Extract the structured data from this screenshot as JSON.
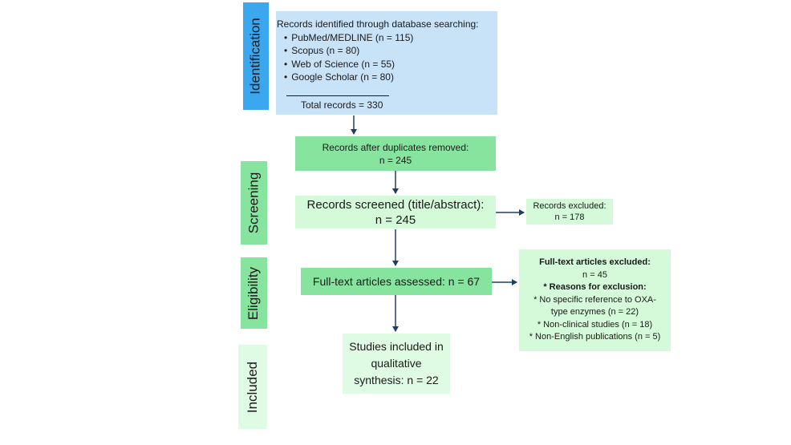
{
  "stages": {
    "identification": "Identification",
    "screening": "Screening",
    "eligibility": "Eligibility",
    "included": "Included"
  },
  "identification_box": {
    "heading": "Records identified through database searching:",
    "sources": [
      "PubMed/MEDLINE (n = 115)",
      "Scopus (n = 80)",
      "Web of Science (n = 55)",
      "Google Scholar (n = 80)"
    ],
    "total": "Total records = 330"
  },
  "duplicates_box": {
    "line1": "Records after duplicates removed:",
    "line2": "n = 245"
  },
  "screened_box": {
    "line1": "Records screened (title/abstract):",
    "line2": "n = 245"
  },
  "excluded_box": {
    "line1": "Records excluded:",
    "line2": "n = 178"
  },
  "fulltext_box": {
    "line1": "Full-text articles assessed: n = 67"
  },
  "fulltext_excluded_box": {
    "title": "Full-text articles excluded:",
    "count": "n = 45",
    "reasons_title": "* Reasons for exclusion:",
    "reasons": [
      "* No specific reference to OXA-type enzymes (n = 22)",
      "* Non-clinical studies (n = 18)",
      "* Non-English publications (n = 5)"
    ]
  },
  "included_box": {
    "text": "Studies included in qualitative synthesis: n = 22"
  },
  "colors": {
    "identification_label": "#3ba7ee",
    "stage_label_green": "#86e49f",
    "identification_box": "#c8e3f8",
    "duplicates_box": "#86e49f",
    "light_box": "#d4fad9",
    "arrow": "#1f3f62"
  }
}
